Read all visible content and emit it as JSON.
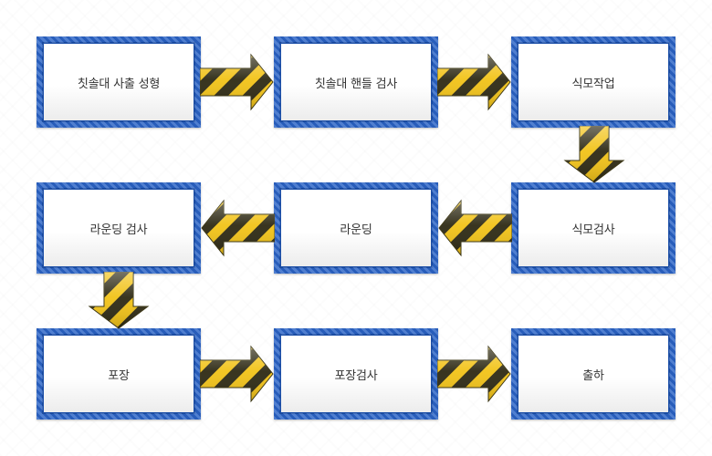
{
  "steps": [
    {
      "label": "칫솔대 사출 성형"
    },
    {
      "label": "칫솔대 핸들 검사"
    },
    {
      "label": "식모작업"
    },
    {
      "label": "식모검사"
    },
    {
      "label": "라운딩"
    },
    {
      "label": "라운딩 검사"
    },
    {
      "label": "포장"
    },
    {
      "label": "포장검사"
    },
    {
      "label": "출하"
    }
  ],
  "connectors": [
    {
      "from": "칫솔대 사출 성형",
      "to": "칫솔대 핸들 검사",
      "direction": "right"
    },
    {
      "from": "칫솔대 핸들 검사",
      "to": "식모작업",
      "direction": "right"
    },
    {
      "from": "식모작업",
      "to": "식모검사",
      "direction": "down"
    },
    {
      "from": "식모검사",
      "to": "라운딩",
      "direction": "left"
    },
    {
      "from": "라운딩",
      "to": "라운딩 검사",
      "direction": "left"
    },
    {
      "from": "라운딩 검사",
      "to": "포장",
      "direction": "down"
    },
    {
      "from": "포장",
      "to": "포장검사",
      "direction": "right"
    },
    {
      "from": "포장검사",
      "to": "출하",
      "direction": "right"
    }
  ],
  "colors": {
    "box_border": "#2a63c6",
    "arrow_yellow": "#f2c318",
    "arrow_dark": "#2e2a14"
  }
}
